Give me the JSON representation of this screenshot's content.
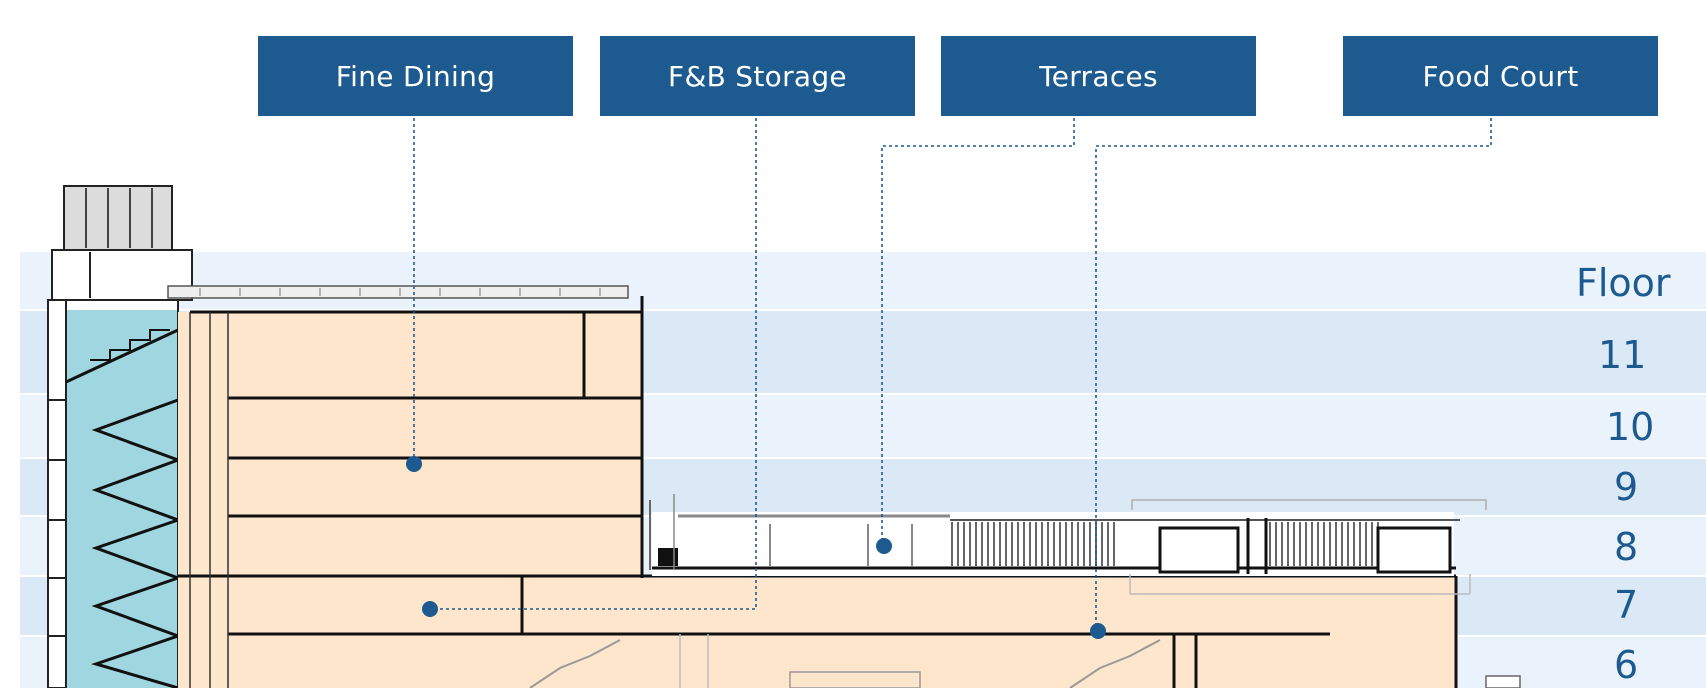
{
  "labels": [
    {
      "id": "fine-dining",
      "text": "Fine Dining"
    },
    {
      "id": "fnb-storage",
      "text": "F&B Storage"
    },
    {
      "id": "terraces",
      "text": "Terraces"
    },
    {
      "id": "food-court",
      "text": "Food Court"
    }
  ],
  "floor_header": "Floor",
  "floors": [
    "11",
    "10",
    "9",
    "8",
    "7",
    "6"
  ],
  "colors": {
    "label_bg": "#1d5a8f",
    "floor_text": "#1d5a8f",
    "band_light": "#eaf3fb",
    "band_dark": "#dbe9f6",
    "floor_fill": "#fde6cc",
    "stair_fill": "#9fd6e0",
    "leader": "#1d5a8f"
  }
}
